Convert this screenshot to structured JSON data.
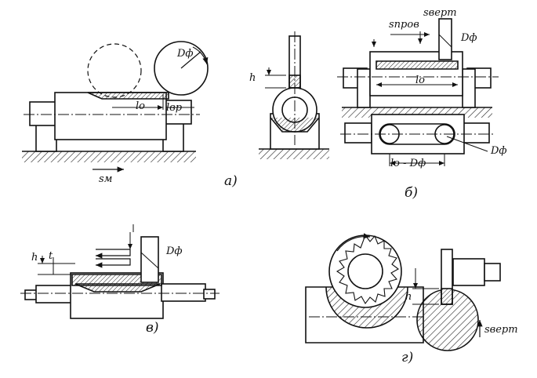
{
  "panels": {
    "a": {
      "caption": "a)",
      "labels": {
        "d_f": "Dф",
        "l_o": "lo",
        "l_vr": "lвр",
        "s_m": "sм"
      }
    },
    "b": {
      "caption": "б)",
      "labels": {
        "h": "h",
        "s_prov": "sпров",
        "s_vert": "sверт",
        "d_f_top": "Dф",
        "l_o": "lo",
        "d_f_bottom": "Dф",
        "l_o_minus_d": "lo - Dф"
      }
    },
    "v": {
      "caption": "в)",
      "labels": {
        "h": "h",
        "t": "t",
        "d_f": "Dф"
      }
    },
    "g": {
      "caption": "г)",
      "labels": {
        "h": "h",
        "s_vert": "sверт"
      }
    }
  }
}
